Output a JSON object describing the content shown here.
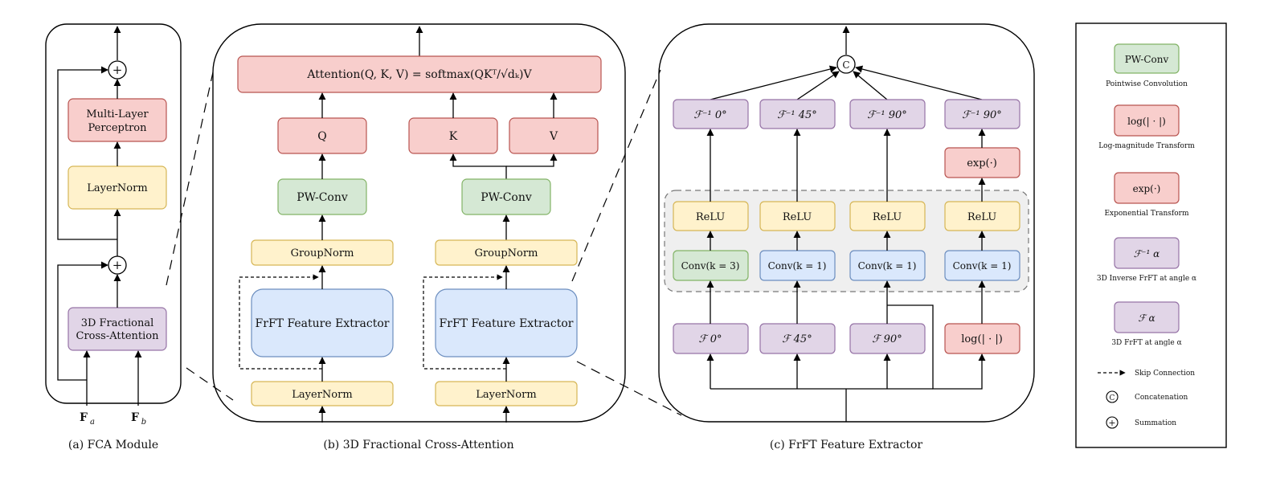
{
  "colors": {
    "red": "#f8cecc",
    "red_stroke": "#b85450",
    "yellow": "#fff2cc",
    "yellow_stroke": "#d6b656",
    "green": "#d5e8d4",
    "green_stroke": "#82b366",
    "blue": "#dae8fc",
    "blue_stroke": "#6c8ebf",
    "purple": "#e1d5e7",
    "purple_stroke": "#9673a6"
  },
  "captions": {
    "a": "(a) FCA Module",
    "b": "(b) 3D Fractional Cross-Attention",
    "c": "(c) FrFT Feature Extractor"
  },
  "panel_a": {
    "mlp": [
      "Multi-Layer",
      "Perceptron"
    ],
    "layernorm": "LayerNorm",
    "fca": [
      "3D Fractional",
      "Cross-Attention"
    ],
    "input_a": "F",
    "input_a_sub": "a",
    "input_b": "F",
    "input_b_sub": "b",
    "plus": "+"
  },
  "panel_b": {
    "attention": "Attention(Q, K, V) = softmax(QKᵀ/√dₖ)V",
    "q": "Q",
    "k": "K",
    "v": "V",
    "pwconv": "PW-Conv",
    "groupnorm": "GroupNorm",
    "extractor": "FrFT Feature Extractor",
    "layernorm": "LayerNorm"
  },
  "panel_c": {
    "concat": "C",
    "inv0": "ℱ⁻¹ 0°",
    "inv45": "ℱ⁻¹ 45°",
    "inv90a": "ℱ⁻¹ 90°",
    "inv90b": "ℱ⁻¹ 90°",
    "exp": "exp(·)",
    "relu": "ReLU",
    "conv3": "Conv(k = 3)",
    "conv1": "Conv(k = 1)",
    "f0": "ℱ 0°",
    "f45": "ℱ 45°",
    "f90": "ℱ 90°",
    "log": "log(| · |)"
  },
  "legend": {
    "pwconv": "PW-Conv",
    "pwconv_desc": "Pointwise Convolution",
    "log": "log(| · |)",
    "log_desc": "Log-magnitude Transform",
    "exp": "exp(·)",
    "exp_desc": "Exponential Transform",
    "inv": "ℱ⁻¹ α",
    "inv_desc": "3D Inverse FrFT at angle α",
    "frft": "ℱ α",
    "frft_desc": "3D FrFT at angle α",
    "skip": "Skip Connection",
    "concat_sym": "C",
    "concat": "Concatenation",
    "sum_sym": "+",
    "sum": "Summation"
  }
}
